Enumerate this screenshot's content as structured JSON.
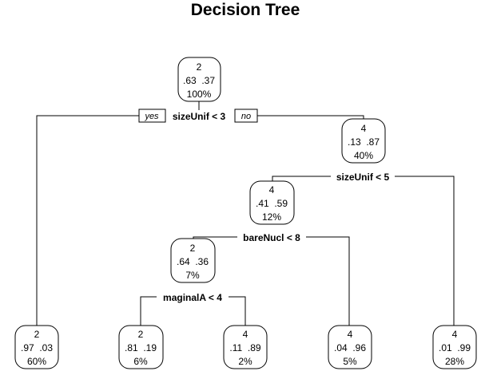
{
  "title": "Decision Tree",
  "yes_label": "yes",
  "no_label": "no",
  "nodes": [
    {
      "id": "n1",
      "class": "2",
      "probs": ".63  .37",
      "pct": "100%"
    },
    {
      "id": "n3",
      "class": "4",
      "probs": ".13  .87",
      "pct": "40%"
    },
    {
      "id": "n6",
      "class": "4",
      "probs": ".41  .59",
      "pct": "12%"
    },
    {
      "id": "n12",
      "class": "2",
      "probs": ".64  .36",
      "pct": "7%"
    },
    {
      "id": "leaf1",
      "class": "2",
      "probs": ".97  .03",
      "pct": "60%"
    },
    {
      "id": "leaf2",
      "class": "2",
      "probs": ".81  .19",
      "pct": "6%"
    },
    {
      "id": "leaf3",
      "class": "4",
      "probs": ".11  .89",
      "pct": "2%"
    },
    {
      "id": "leaf4",
      "class": "4",
      "probs": ".04  .96",
      "pct": "5%"
    },
    {
      "id": "leaf5",
      "class": "4",
      "probs": ".01  .99",
      "pct": "28%"
    }
  ],
  "splits": [
    {
      "id": "s1",
      "label": "sizeUnif < 3"
    },
    {
      "id": "s2",
      "label": "sizeUnif < 5"
    },
    {
      "id": "s3",
      "label": "bareNucl < 8"
    },
    {
      "id": "s4",
      "label": "maginalA < 4"
    }
  ]
}
